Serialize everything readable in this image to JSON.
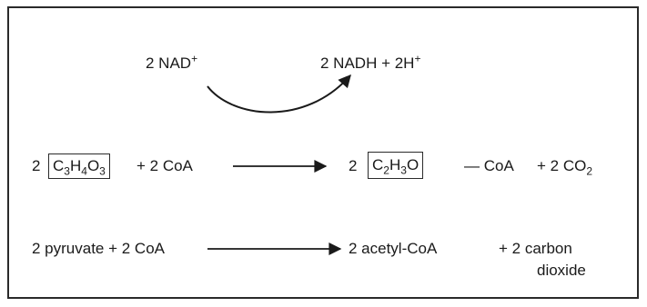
{
  "top": {
    "reactant": "2 NAD",
    "reactant_sup": "+",
    "product": "2 NADH + 2H",
    "product_sup": "+"
  },
  "formula_row": {
    "coef_left": "2",
    "formula1": {
      "a": "C",
      "a_sub": "3",
      "b": "H",
      "b_sub": "4",
      "c": "O",
      "c_sub": "3"
    },
    "plus_coa": "+ 2 CoA",
    "coef_right": "2",
    "formula2": {
      "a": "C",
      "a_sub": "2",
      "b": "H",
      "b_sub": "3",
      "c": "O"
    },
    "dash_coa": "— CoA",
    "plus_co2": "+ 2 CO",
    "co2_sub": "2"
  },
  "word_row": {
    "left": "2 pyruvate + 2 CoA",
    "right1": "2 acetyl-CoA",
    "right2": "+ 2 carbon",
    "right3": "dioxide"
  }
}
